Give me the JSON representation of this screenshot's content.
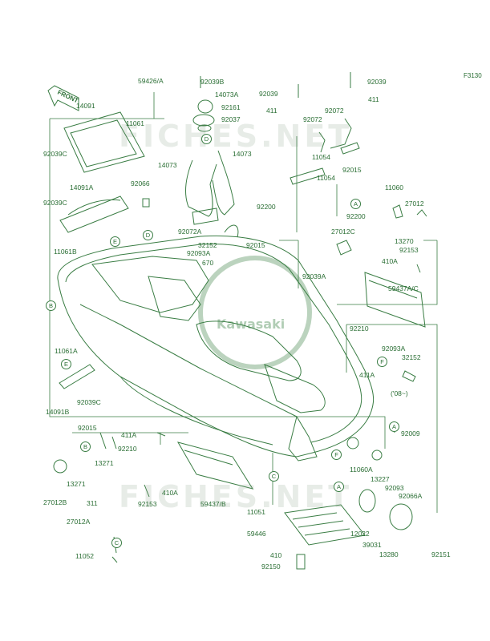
{
  "diagram_code": "F3130",
  "front_label": "FRONT",
  "watermarks": [
    "FICHES.NET",
    "FICHES.NET"
  ],
  "logo_text": "Kawasaki",
  "colors": {
    "line": "#3a7d44",
    "text": "#2a6e34"
  },
  "callouts": {
    "a": "A",
    "b": "B",
    "c": "C",
    "d": "D",
    "e": "E",
    "f": "F"
  },
  "year_note": "('08~)",
  "parts": {
    "p59426A": "59426/A",
    "p92039B": "92039B",
    "p14073A": "14073A",
    "p92161": "92161",
    "p92037": "92037",
    "p14073": "14073",
    "p14073b": "14073",
    "p92039": "92039",
    "p92039b": "92039",
    "p411": "411",
    "p411b": "411",
    "p92072": "92072",
    "p92072b": "92072",
    "p11054": "11054",
    "p11054b": "11054",
    "p14091": "14091",
    "p11061": "11061",
    "p92039C": "92039C",
    "p92039Cb": "92039C",
    "p92039Cc": "92039C",
    "p14091A": "14091A",
    "p92066": "92066",
    "p11061B": "11061B",
    "p92072A": "92072A",
    "p32152": "32152",
    "p92093A": "92093A",
    "p670": "670",
    "p92015": "92015",
    "p92015b": "92015",
    "p92015c": "92015",
    "p92200": "92200",
    "p92200b": "92200",
    "p11060": "11060",
    "p27012": "27012",
    "p27012C": "27012C",
    "p13270": "13270",
    "p92153": "92153",
    "p92153b": "92153",
    "p410A": "410A",
    "p410Ab": "410A",
    "p92039A": "92039A",
    "p59437AC": "59437A/C",
    "p92210": "92210",
    "p92210b": "92210",
    "p92093Ab": "92093A",
    "p32152b": "32152",
    "p411A": "411A",
    "p411Ab": "411A",
    "p11061A": "11061A",
    "p14091B": "14091B",
    "p92009": "92009",
    "p13271": "13271",
    "p13271b": "13271",
    "p27012B": "27012B",
    "p311": "311",
    "p27012A": "27012A",
    "p11052": "11052",
    "p59437B": "59437/B",
    "p11060A": "11060A",
    "p13227": "13227",
    "p92093": "92093",
    "p92066A": "92066A",
    "p11051": "11051",
    "p59446": "59446",
    "p12022": "12022",
    "p39031": "39031",
    "p13280": "13280",
    "p92151": "92151",
    "p410": "410",
    "p92150": "92150"
  }
}
